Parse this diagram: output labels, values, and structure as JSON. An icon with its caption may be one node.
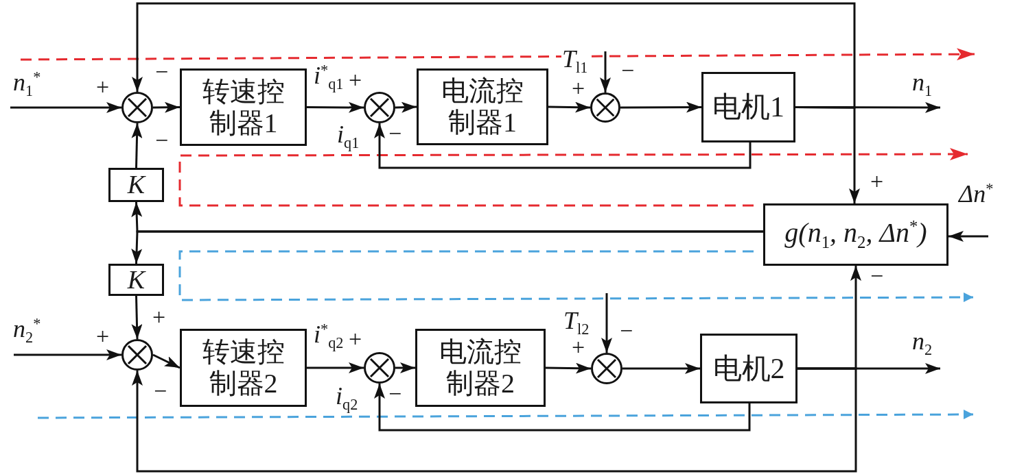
{
  "diagram": {
    "nodes": [
      {
        "text": [],
        "shape": "circle"
      },
      {
        "text": [
          "转速控制器1"
        ]
      },
      {
        "text": [],
        "shape": "circle"
      },
      {
        "text": [
          "电流控制器1"
        ]
      },
      {
        "text": [],
        "shape": "circle"
      },
      {
        "text": [
          "电机1"
        ]
      },
      {
        "text": [
          "K"
        ]
      },
      {
        "text": [
          "K"
        ]
      },
      {
        "text": [
          "g(n$_{1}$, n$_{2}$, Δn$^{*}$)"
        ]
      },
      {
        "text": [],
        "shape": "circle"
      },
      {
        "text": [
          "转速控制器2"
        ]
      },
      {
        "text": [],
        "shape": "circle"
      },
      {
        "text": [
          "电流控制器2"
        ]
      },
      {
        "text": [],
        "shape": "circle"
      },
      {
        "text": [
          "电机2"
        ]
      }
    ],
    "edges": [
      {
        "from": null,
        "to": 0,
        "arrow": "to",
        "label": "n$_{1}$$^{*}$"
      },
      {
        "from": 0,
        "to": 1,
        "arrow": "to"
      },
      {
        "from": 1,
        "to": 2,
        "arrow": "to",
        "label": "i$^{*}$$_{q1}$"
      },
      {
        "from": 2,
        "to": 3,
        "arrow": "to"
      },
      {
        "from": 3,
        "to": 4,
        "arrow": "to"
      },
      {
        "from": null,
        "to": 4,
        "arrow": "to",
        "label": "T$_{l1}$"
      },
      {
        "from": 4,
        "to": 5,
        "arrow": "to"
      },
      {
        "from": 5,
        "to": null,
        "arrow": "to",
        "label": "n$_{1}$"
      },
      {
        "from": 5,
        "to": 2,
        "arrow": "to",
        "label": "i$_{q1}$"
      },
      {
        "from": 5,
        "to": 0,
        "arrow": "to"
      },
      {
        "from": 5,
        "to": 8,
        "arrow": "to"
      },
      {
        "from": 8,
        "to": 6,
        "arrow": "to"
      },
      {
        "from": 8,
        "to": 7,
        "arrow": "to"
      },
      {
        "from": 6,
        "to": 0,
        "arrow": "to"
      },
      {
        "from": 7,
        "to": 9,
        "arrow": "to"
      },
      {
        "from": null,
        "to": 8,
        "arrow": "to",
        "label": "Δn$^{*}$"
      },
      {
        "from": null,
        "to": 9,
        "arrow": "to",
        "label": "n$_{2}$$^{*}$"
      },
      {
        "from": 9,
        "to": 10,
        "arrow": "to"
      },
      {
        "from": 10,
        "to": 11,
        "arrow": "to",
        "label": "i$^{*}$$_{q2}$"
      },
      {
        "from": 11,
        "to": 12,
        "arrow": "to"
      },
      {
        "from": 12,
        "to": 13,
        "arrow": "to"
      },
      {
        "from": null,
        "to": 13,
        "arrow": "to",
        "label": "T$_{l2}$"
      },
      {
        "from": 13,
        "to": 14,
        "arrow": "to"
      },
      {
        "from": 14,
        "to": null,
        "arrow": "to",
        "label": "n$_{2}$"
      },
      {
        "from": 14,
        "to": 11,
        "arrow": "to",
        "label": "i$_{q2}$"
      },
      {
        "from": 14,
        "to": 9,
        "arrow": "to"
      },
      {
        "from": 14,
        "to": 8,
        "arrow": "to"
      }
    ],
    "labels": [
      "+",
      "−",
      "−",
      "+",
      "−",
      "+",
      "−",
      "+",
      "−",
      "+",
      "+",
      "−",
      "+",
      "−",
      "+",
      "−"
    ]
  }
}
